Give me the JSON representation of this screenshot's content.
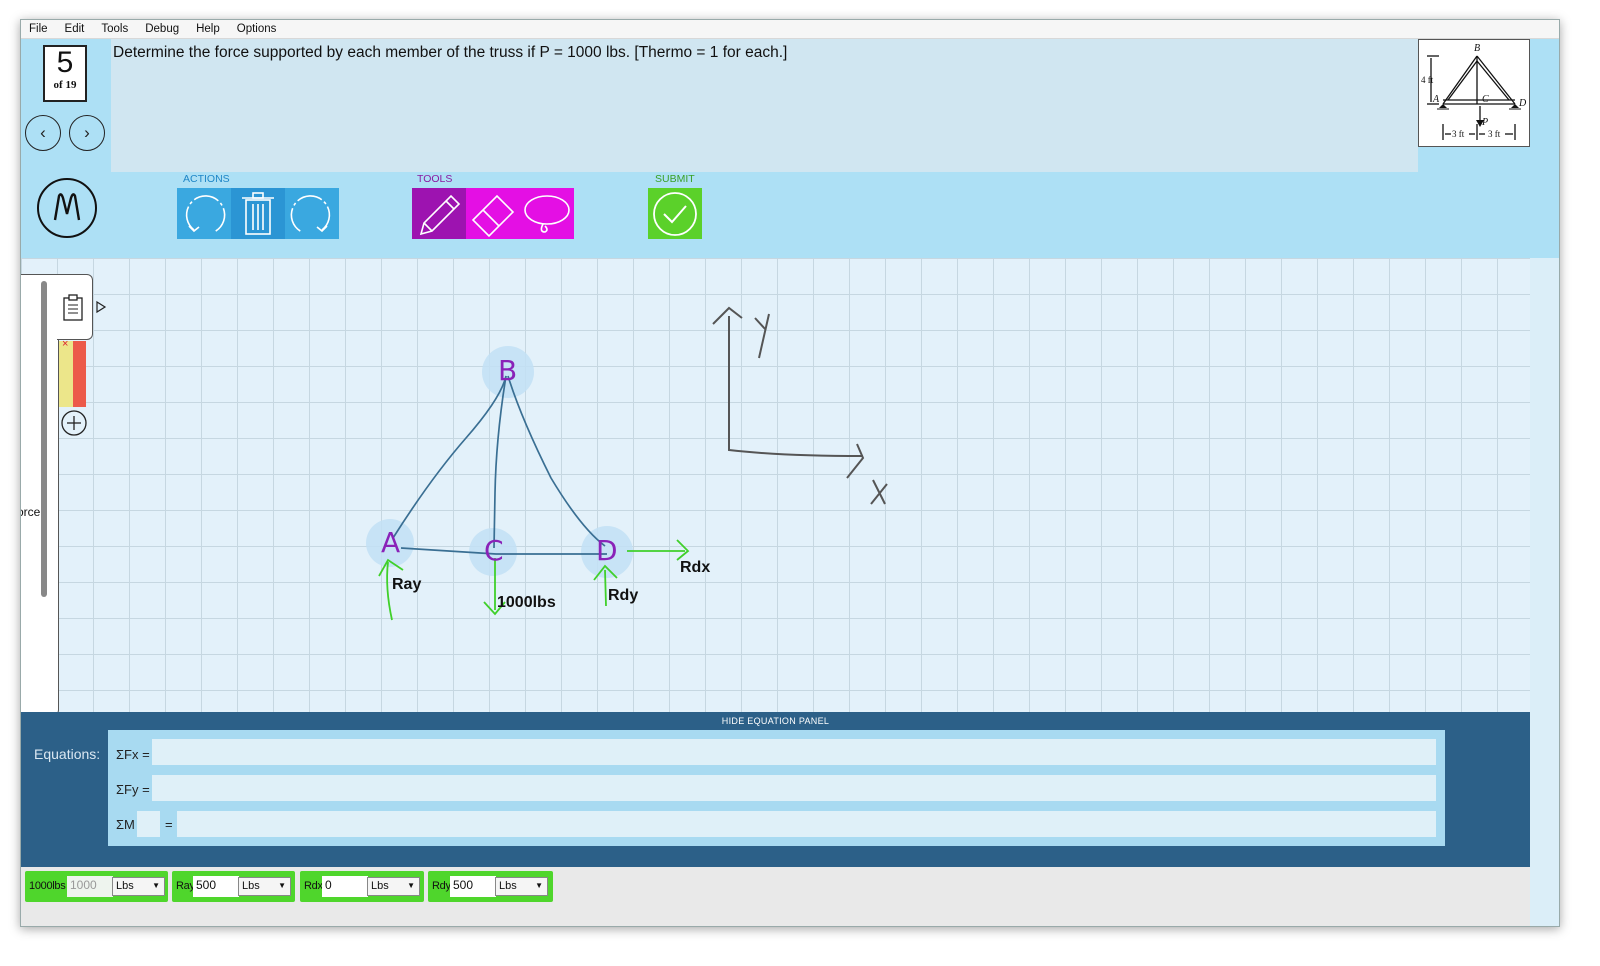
{
  "menu": [
    "File",
    "Edit",
    "Tools",
    "Debug",
    "Help",
    "Options"
  ],
  "problem": {
    "page_number": "5",
    "page_total": "of 19",
    "text": "Determine the force supported by each member of the truss if P = 1000 lbs. [Thermo = 1 for each.]",
    "figure": {
      "labels": {
        "b": "B",
        "a": "A",
        "c": "C",
        "d": "D",
        "p": "P",
        "height": "4 ft",
        "span_left": "3 ft",
        "span_right": "3 ft"
      }
    }
  },
  "toolbar": {
    "actions_label": "ACTIONS",
    "tools_label": "TOOLS",
    "submit_label": "SUBMIT",
    "colors": {
      "actions": "#3aa8e0",
      "actions_active": "#2b95d4",
      "tools": "#e40fe4",
      "tools_active": "#9d13b0",
      "submit": "#5bd12a",
      "label_actions": "#1e86c7",
      "label_tools": "#8a1aa0",
      "label_submit": "#3aa126"
    }
  },
  "sidebar": {
    "label": "orce"
  },
  "canvas": {
    "nodes": [
      {
        "label": "A"
      },
      {
        "label": "B"
      },
      {
        "label": "C"
      },
      {
        "label": "D"
      }
    ],
    "force_labels": {
      "ray": "Ray",
      "load": "1000lbs",
      "rdy": "Rdy",
      "rdx": "Rdx"
    },
    "axis_labels": {
      "y": "Y",
      "x": "X"
    },
    "colors": {
      "node_text": "#8a22b8",
      "member": "#3a6f93",
      "force": "#40d02a",
      "axis": "#555555"
    }
  },
  "equations": {
    "hide_label": "HIDE EQUATION PANEL",
    "label": "Equations:",
    "rows": [
      {
        "label": "ΣFx =",
        "value": ""
      },
      {
        "label": "ΣFy =",
        "value": ""
      },
      {
        "label": "ΣM",
        "point": "",
        "equals": "=",
        "value": ""
      }
    ]
  },
  "forces": [
    {
      "name": "1000lbs",
      "value": "1000",
      "unit": "Lbs"
    },
    {
      "name": "Ray",
      "value": "500",
      "unit": "Lbs"
    },
    {
      "name": "Rdx",
      "value": "0",
      "unit": "Lbs"
    },
    {
      "name": "Rdy",
      "value": "500",
      "unit": "Lbs"
    }
  ]
}
